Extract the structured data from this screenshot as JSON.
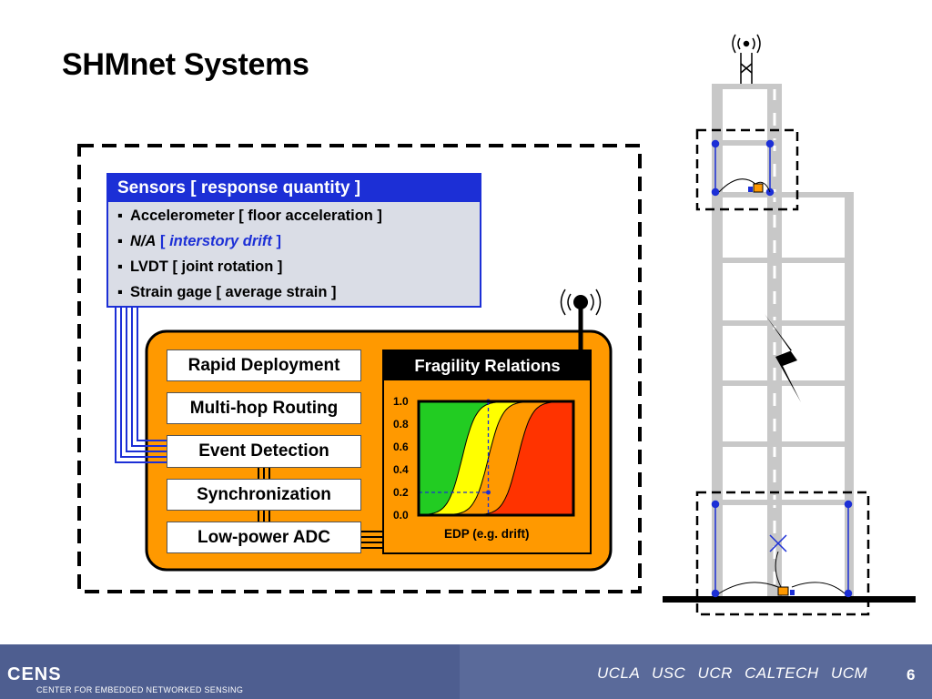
{
  "slide": {
    "title": "SHMnet Systems",
    "page_number": "6"
  },
  "sensors": {
    "header": "Sensors [ response quantity ]",
    "items": [
      {
        "text": "Accelerometer [ floor acceleration ]"
      },
      {
        "name": "N/A",
        "open": " [ ",
        "quantity": "interstory drift",
        "close": " ]"
      },
      {
        "text": "LVDT [ joint rotation ]"
      },
      {
        "text": "Strain gage [ average strain ]"
      }
    ]
  },
  "functions": [
    "Rapid Deployment",
    "Multi-hop Routing",
    "Event Detection",
    "Synchronization",
    "Low-power ADC"
  ],
  "fragility": {
    "title": "Fragility Relations",
    "xlabel": "EDP (e.g. drift)",
    "yticks": [
      "1.0",
      "0.8",
      "0.6",
      "0.4",
      "0.2",
      "0.0"
    ]
  },
  "chart_data": {
    "type": "area",
    "xlabel": "EDP (e.g. drift)",
    "ylim": [
      0,
      1
    ],
    "x_range": [
      0,
      1
    ],
    "grid": false,
    "curves": [
      {
        "color": "#ffff00",
        "midpoint": 0.28
      },
      {
        "color": "#ff9900",
        "midpoint": 0.45
      },
      {
        "color": "#ff3300",
        "midpoint": 0.64
      }
    ],
    "region_colors": [
      "#22cc22",
      "#ffff00",
      "#ff9900",
      "#ff3300"
    ],
    "marker_x": 0.45,
    "marker_levels": [
      1.0,
      0.2
    ]
  },
  "footer": {
    "logo": "CENS",
    "tagline": "CENTER FOR EMBEDDED NETWORKED SENSING",
    "universities": "UCLA USC UCR CALTECH UCM"
  },
  "colors": {
    "accent_blue": "#1c2fd6",
    "panel_orange": "#ff9900",
    "footer_blue": "#5a6a9a"
  }
}
